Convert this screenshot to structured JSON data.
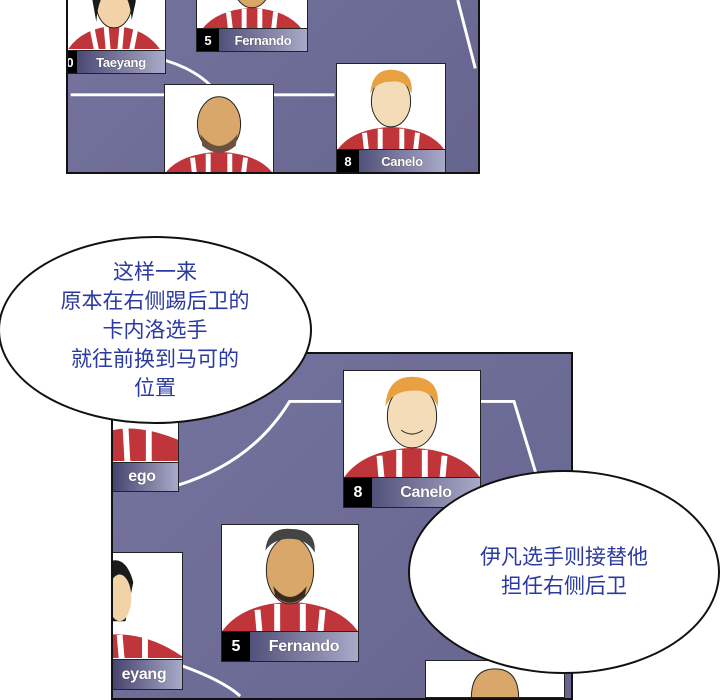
{
  "panel_top": {
    "players": [
      {
        "number": "0",
        "name": "Taeyang"
      },
      {
        "number": "5",
        "name": "Fernando"
      },
      {
        "number": "",
        "name": ""
      },
      {
        "number": "8",
        "name": "Canelo"
      }
    ]
  },
  "bubble_left": {
    "lines": [
      "这样一来",
      "原本在右侧踢后卫的",
      "卡内洛选手",
      "就往前换到马可的",
      "位置"
    ]
  },
  "panel_bottom": {
    "players": [
      {
        "number": "",
        "name": "ego"
      },
      {
        "number": "8",
        "name": "Canelo"
      },
      {
        "number": "5",
        "name": "Fernando"
      },
      {
        "number": "",
        "name": "eyang"
      }
    ]
  },
  "bubble_right": {
    "lines": [
      "伊凡选手则接替他",
      "担任右侧后卫"
    ]
  },
  "colors": {
    "pitch": "#6e6d99",
    "text": "#2a3aa0",
    "jersey_red": "#c0353a"
  }
}
